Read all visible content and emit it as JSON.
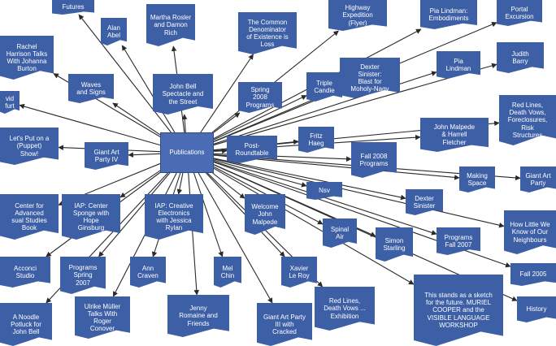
{
  "hub": {
    "id": "pub",
    "label": "Publications"
  },
  "nodes": [
    {
      "id": "futures",
      "label": "Futures"
    },
    {
      "id": "alan",
      "label": "Alan\nAbel"
    },
    {
      "id": "martha",
      "label": "Martha Rosler\nand Damon\nRich"
    },
    {
      "id": "common",
      "label": "The Common\nDenominator\nof Existence is\nLoss"
    },
    {
      "id": "highway",
      "label": "Highway\nExpedition\n(Flyer)"
    },
    {
      "id": "pia_emb",
      "label": "Pia Lindman:\nEmbodiments"
    },
    {
      "id": "portal",
      "label": "Portal\nExcursion"
    },
    {
      "id": "rachel",
      "label": "Rachel\nHarrison Talks\nWith Johanna\nBurton"
    },
    {
      "id": "judith",
      "label": "Judith\nBarry"
    },
    {
      "id": "waves",
      "label": "Waves\nand Signs"
    },
    {
      "id": "johnbell",
      "label": "John Bell\nSpectacle and\nthe Street"
    },
    {
      "id": "spring2008",
      "label": "Spring\n2008\nPrograms"
    },
    {
      "id": "triple",
      "label": "Triple\nCandie"
    },
    {
      "id": "dexter_blast",
      "label": "Dexter\nSinister:\nBlast for\nMoholy-Nagy"
    },
    {
      "id": "pia_l",
      "label": "Pia\nLindman"
    },
    {
      "id": "david",
      "label": "vid\nfurt"
    },
    {
      "id": "redlines1",
      "label": "Red Lines,\nDeath Vows,\nForeclosures,\nRisk\nStructures"
    },
    {
      "id": "puppet",
      "label": "Let's Put on a\n(Puppet)\nShow!"
    },
    {
      "id": "giant4",
      "label": "Giant Art\nParty IV"
    },
    {
      "id": "fritz",
      "label": "Fritz\nHaeg"
    },
    {
      "id": "postround",
      "label": "Post-\nRoundtable"
    },
    {
      "id": "malpede_fl",
      "label": "John Malpede\n& Harrell\nFletcher"
    },
    {
      "id": "fall2008",
      "label": "Fall 2008\nPrograms"
    },
    {
      "id": "making",
      "label": "Making\nSpace"
    },
    {
      "id": "giantparty",
      "label": "Giant Art\nParty"
    },
    {
      "id": "center",
      "label": "Center for\nAdvanced\nsual Studies\nBook"
    },
    {
      "id": "iap_sponge",
      "label": "IAP: Center\nSponge with\nHope\nGinsburg"
    },
    {
      "id": "iap_creative",
      "label": "IAP: Creative\nElectronics\nwith Jessica\nRylan"
    },
    {
      "id": "welcome",
      "label": "Welcome\nJohn\nMalpede"
    },
    {
      "id": "nsv",
      "label": "Nsv"
    },
    {
      "id": "dexter",
      "label": "Dexter\nSinister"
    },
    {
      "id": "howlittle",
      "label": "How Little We\nKnow of Our\nNeighbours"
    },
    {
      "id": "spinal",
      "label": "Spinal\nAir"
    },
    {
      "id": "simon",
      "label": "Simon\nStarling"
    },
    {
      "id": "progfall2007",
      "label": "Programs\nFall 2007"
    },
    {
      "id": "acconci",
      "label": "Acconci\nStudio"
    },
    {
      "id": "spring2007",
      "label": "Programs\nSpring\n2007"
    },
    {
      "id": "ann",
      "label": "Ann\nCraven"
    },
    {
      "id": "mel",
      "label": "Mel\nChin"
    },
    {
      "id": "xavier",
      "label": "Xavier\nLe Roy"
    },
    {
      "id": "fall2005",
      "label": "Fall 2005"
    },
    {
      "id": "sketch",
      "label": "This stands as a sketch\nfor the future. MURIEL\nCOOPER and the\nVISIBLE LANGUAGE\nWORKSHOP"
    },
    {
      "id": "redlines2",
      "label": "Red Lines,\nDeath Vows ...\nExhibition"
    },
    {
      "id": "history",
      "label": "History"
    },
    {
      "id": "noodle",
      "label": "A Noodle\nPotluck for\nJohn Bell"
    },
    {
      "id": "ulrike",
      "label": "Ulrike Müller\nTalks With\nRoger\nConover"
    },
    {
      "id": "jenny",
      "label": "Jenny\nRomaine and\nFriends"
    },
    {
      "id": "giant3",
      "label": "Giant Art Party\nIII with\nCracked"
    }
  ],
  "colors": {
    "node": "#3d5fa6",
    "hub": "#4a6cb5",
    "edge": "#2a2a2a",
    "text": "#ffffff",
    "background": "#ffffff"
  }
}
